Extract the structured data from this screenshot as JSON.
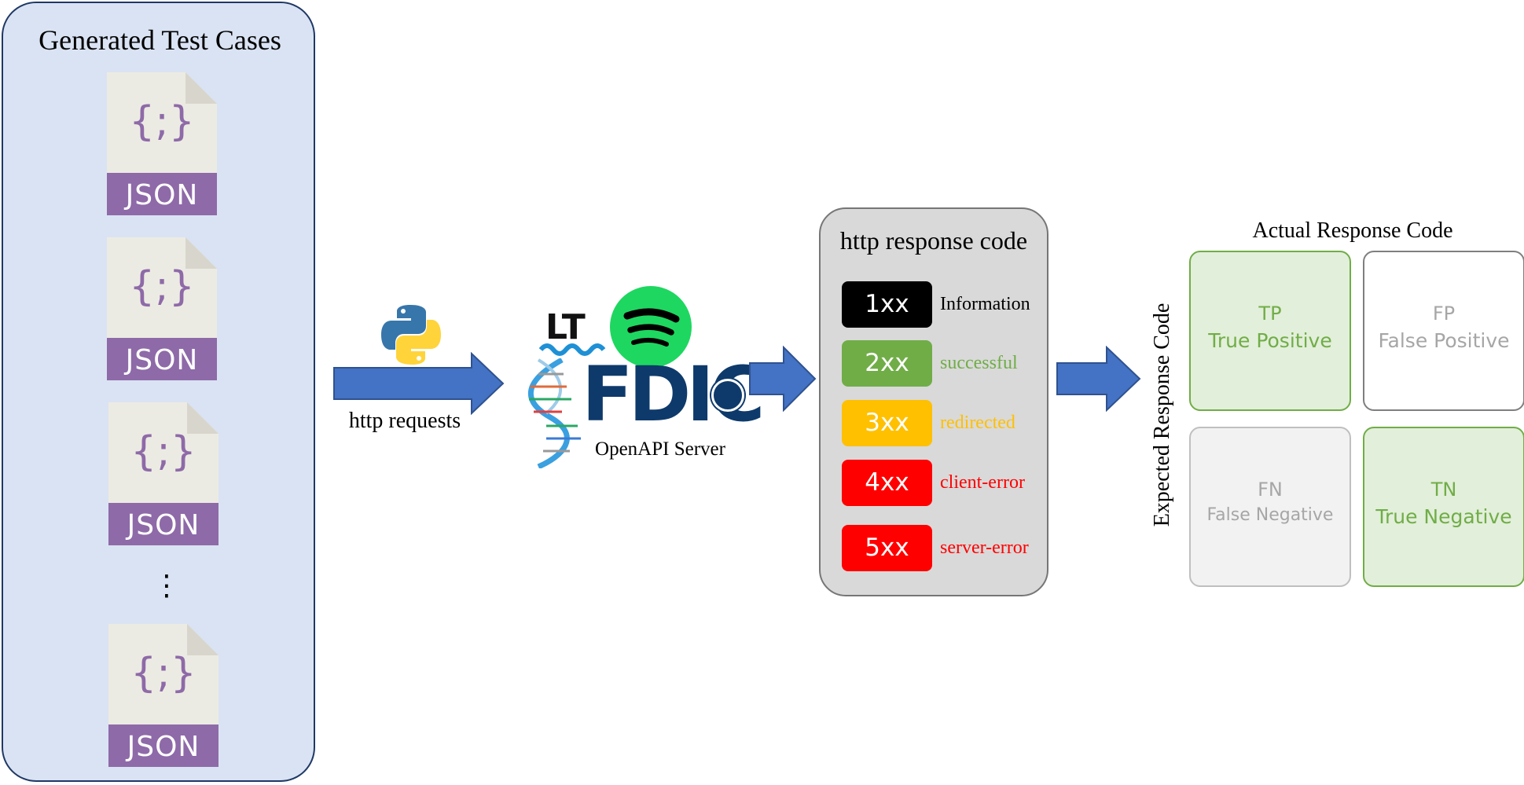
{
  "test_cases": {
    "title": "Generated Test Cases",
    "file_label": "JSON",
    "file_icon_glyph": "{;}",
    "ellipsis": "⋮"
  },
  "request": {
    "label": "http requests",
    "icon": "python-logo-icon"
  },
  "server": {
    "caption": "OpenAPI Server",
    "logos": [
      "languagetool-logo",
      "spotify-logo",
      "genome-nexus-dna-logo",
      "fdic-logo"
    ],
    "lt_text": "LT",
    "fdic_text": "FDIC"
  },
  "response_codes": {
    "title": "http response code",
    "items": [
      {
        "code": "1xx",
        "desc": "Information",
        "color": "#000000",
        "desc_color": "#000000"
      },
      {
        "code": "2xx",
        "desc": "successful",
        "color": "#70ad47",
        "desc_color": "#70ad47"
      },
      {
        "code": "3xx",
        "desc": "redirected",
        "color": "#ffc000",
        "desc_color": "#ffc000"
      },
      {
        "code": "4xx",
        "desc": "client-error",
        "color": "#ff0000",
        "desc_color": "#ff0000"
      },
      {
        "code": "5xx",
        "desc": "server-error",
        "color": "#ff0000",
        "desc_color": "#ff0000"
      }
    ]
  },
  "confusion_matrix": {
    "title": "Actual Response Code",
    "ylabel": "Expected Response Code",
    "cells": [
      {
        "abbr": "TP",
        "full": "True Positive",
        "style": "green"
      },
      {
        "abbr": "FP",
        "full": "False Positive",
        "style": "white"
      },
      {
        "abbr": "FN",
        "full": "False Negative",
        "style": "grey"
      },
      {
        "abbr": "TN",
        "full": "True Negative",
        "style": "green"
      }
    ]
  },
  "colors": {
    "panel_fill": "#dae3f3",
    "panel_border": "#1f3864",
    "arrow_fill": "#4472c4",
    "arrow_border": "#2f528f",
    "json_purple": "#8e6aa8",
    "doc_fill": "#ecebe3"
  }
}
